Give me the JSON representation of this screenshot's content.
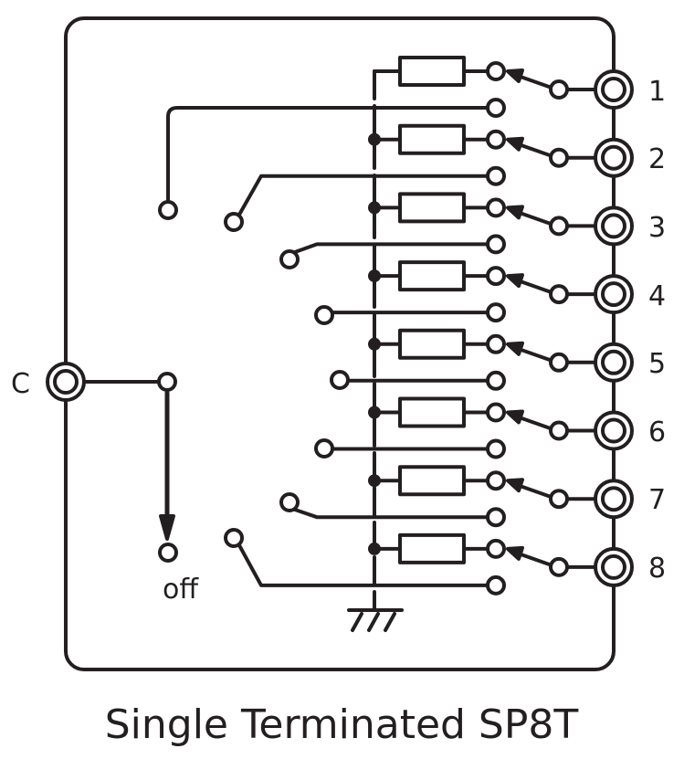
{
  "diagram": {
    "title": "Single Terminated SP8T",
    "common_label": "C",
    "off_label": "off",
    "port_labels": [
      "1",
      "2",
      "3",
      "4",
      "5",
      "6",
      "7",
      "8"
    ],
    "colors": {
      "stroke": "#231f20",
      "background": "#ffffff"
    },
    "icons": {
      "port": "coaxial-connector-icon",
      "load": "resistor-icon",
      "ground": "ground-icon",
      "contact": "switch-contact-icon"
    }
  }
}
